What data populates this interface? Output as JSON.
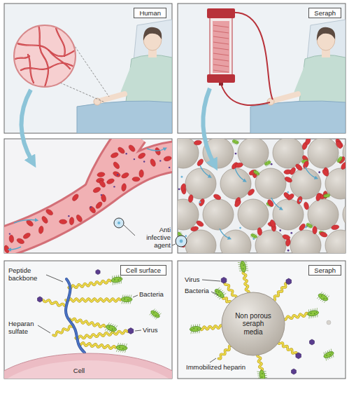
{
  "diagram": {
    "nodes": [
      {
        "text": [
          "Human"
        ]
      },
      {
        "text": [
          "Seraph"
        ]
      },
      {
        "text": [
          "Cell surface"
        ]
      },
      {
        "text": [
          "Cell"
        ]
      },
      {
        "text": [
          "Seraph"
        ]
      },
      {
        "text": [
          "Non porous seraph media"
        ]
      }
    ],
    "labels": [
      "Anti infective agent",
      "Peptide backbone",
      "Bacteria",
      "Heparan sulfate",
      "Virus",
      "Virus",
      "Bacteria",
      "Immobilized heparin"
    ]
  }
}
